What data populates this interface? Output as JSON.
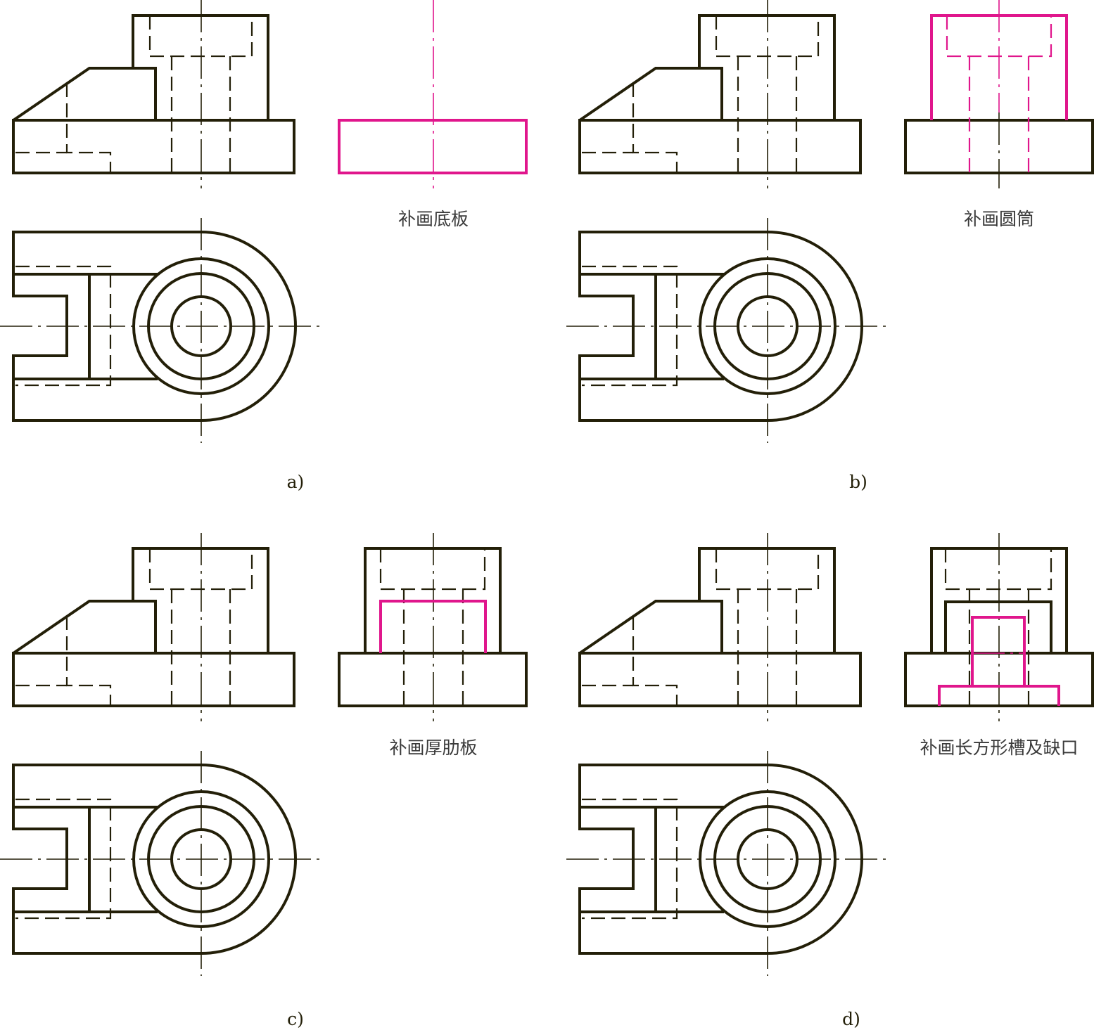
{
  "panels": [
    {
      "id": "a",
      "label": "a)",
      "caption": "补画底板"
    },
    {
      "id": "b",
      "label": "b)",
      "caption": "补画圆筒"
    },
    {
      "id": "c",
      "label": "c)",
      "caption": "补画厚肋板"
    },
    {
      "id": "d",
      "label": "d)",
      "caption": "补画长方形槽及缺口"
    }
  ],
  "colors": {
    "outline": "#231f08",
    "highlight": "#e0168c",
    "caption_text": "#3a3a3a",
    "background": "#ffffff"
  }
}
